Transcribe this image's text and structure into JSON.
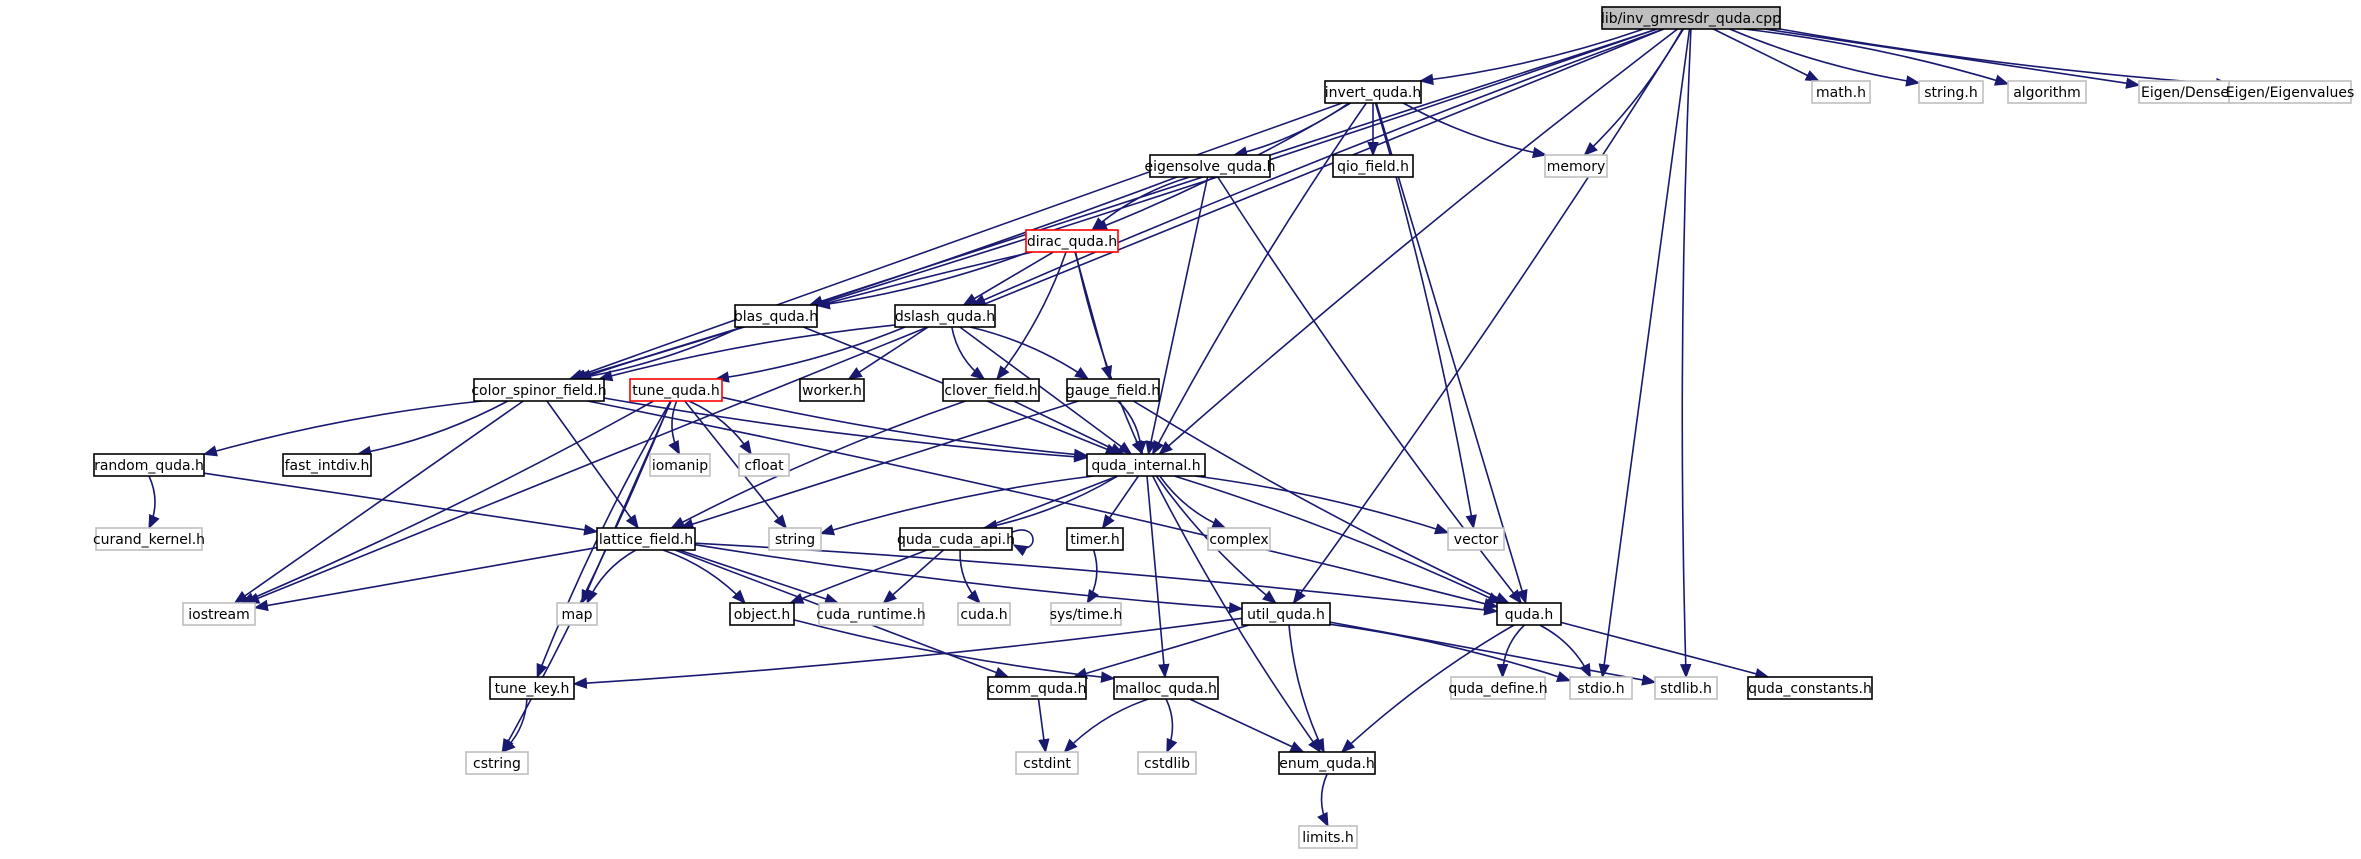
{
  "diagram": {
    "nodes": [
      {
        "id": "root",
        "label": "lib/inv_gmresdr_quda.cpp",
        "style": "root"
      },
      {
        "id": "invert",
        "label": "invert_quda.h",
        "style": "normal"
      },
      {
        "id": "math",
        "label": "math.h",
        "style": "system"
      },
      {
        "id": "string_h",
        "label": "string.h",
        "style": "system"
      },
      {
        "id": "algorithm",
        "label": "algorithm",
        "style": "system"
      },
      {
        "id": "eigen_dense",
        "label": "Eigen/Dense",
        "style": "system"
      },
      {
        "id": "eigen_eig",
        "label": "Eigen/Eigenvalues",
        "style": "system"
      },
      {
        "id": "eigensolve",
        "label": "eigensolve_quda.h",
        "style": "normal"
      },
      {
        "id": "qio",
        "label": "qio_field.h",
        "style": "normal"
      },
      {
        "id": "memory",
        "label": "memory",
        "style": "system"
      },
      {
        "id": "dirac",
        "label": "dirac_quda.h",
        "style": "red"
      },
      {
        "id": "blas",
        "label": "blas_quda.h",
        "style": "normal"
      },
      {
        "id": "dslash",
        "label": "dslash_quda.h",
        "style": "normal"
      },
      {
        "id": "csf",
        "label": "color_spinor_field.h",
        "style": "normal"
      },
      {
        "id": "tune",
        "label": "tune_quda.h",
        "style": "red"
      },
      {
        "id": "worker",
        "label": "worker.h",
        "style": "normal"
      },
      {
        "id": "clover",
        "label": "clover_field.h",
        "style": "normal"
      },
      {
        "id": "gauge",
        "label": "gauge_field.h",
        "style": "normal"
      },
      {
        "id": "random",
        "label": "random_quda.h",
        "style": "normal"
      },
      {
        "id": "fastint",
        "label": "fast_intdiv.h",
        "style": "normal"
      },
      {
        "id": "iomanip",
        "label": "iomanip",
        "style": "system"
      },
      {
        "id": "cfloat",
        "label": "cfloat",
        "style": "system"
      },
      {
        "id": "qinternal",
        "label": "quda_internal.h",
        "style": "normal"
      },
      {
        "id": "curand",
        "label": "curand_kernel.h",
        "style": "system"
      },
      {
        "id": "lattice",
        "label": "lattice_field.h",
        "style": "normal"
      },
      {
        "id": "string",
        "label": "string",
        "style": "system"
      },
      {
        "id": "cudaapi",
        "label": "quda_cuda_api.h",
        "style": "normal"
      },
      {
        "id": "timer",
        "label": "timer.h",
        "style": "normal"
      },
      {
        "id": "complex",
        "label": "complex",
        "style": "system"
      },
      {
        "id": "vector",
        "label": "vector",
        "style": "system"
      },
      {
        "id": "iostream",
        "label": "iostream",
        "style": "system"
      },
      {
        "id": "map",
        "label": "map",
        "style": "system"
      },
      {
        "id": "object",
        "label": "object.h",
        "style": "normal"
      },
      {
        "id": "cudaruntime",
        "label": "cuda_runtime.h",
        "style": "system"
      },
      {
        "id": "cuda_h",
        "label": "cuda.h",
        "style": "system"
      },
      {
        "id": "systime",
        "label": "sys/time.h",
        "style": "system"
      },
      {
        "id": "util",
        "label": "util_quda.h",
        "style": "normal"
      },
      {
        "id": "quda",
        "label": "quda.h",
        "style": "normal"
      },
      {
        "id": "tunekey",
        "label": "tune_key.h",
        "style": "normal"
      },
      {
        "id": "comm",
        "label": "comm_quda.h",
        "style": "normal"
      },
      {
        "id": "malloc",
        "label": "malloc_quda.h",
        "style": "normal"
      },
      {
        "id": "qdefine",
        "label": "quda_define.h",
        "style": "system"
      },
      {
        "id": "stdio",
        "label": "stdio.h",
        "style": "system"
      },
      {
        "id": "stdlib",
        "label": "stdlib.h",
        "style": "system"
      },
      {
        "id": "qconst",
        "label": "quda_constants.h",
        "style": "normal"
      },
      {
        "id": "cstring",
        "label": "cstring",
        "style": "system"
      },
      {
        "id": "cstdint",
        "label": "cstdint",
        "style": "system"
      },
      {
        "id": "cstdlib",
        "label": "cstdlib",
        "style": "system"
      },
      {
        "id": "enum",
        "label": "enum_quda.h",
        "style": "normal"
      },
      {
        "id": "limits",
        "label": "limits.h",
        "style": "system"
      }
    ],
    "edges": [
      [
        "root",
        "invert"
      ],
      [
        "root",
        "math"
      ],
      [
        "root",
        "string_h"
      ],
      [
        "root",
        "algorithm"
      ],
      [
        "root",
        "eigen_dense"
      ],
      [
        "root",
        "eigen_eig"
      ],
      [
        "root",
        "memory"
      ],
      [
        "root",
        "blas"
      ],
      [
        "root",
        "dslash"
      ],
      [
        "root",
        "csf"
      ],
      [
        "root",
        "iostream"
      ],
      [
        "root",
        "qinternal"
      ],
      [
        "root",
        "util"
      ],
      [
        "root",
        "stdio"
      ],
      [
        "root",
        "stdlib"
      ],
      [
        "invert",
        "eigensolve"
      ],
      [
        "invert",
        "qio"
      ],
      [
        "invert",
        "memory"
      ],
      [
        "invert",
        "dirac"
      ],
      [
        "invert",
        "csf"
      ],
      [
        "invert",
        "qinternal"
      ],
      [
        "invert",
        "vector"
      ],
      [
        "invert",
        "quda"
      ],
      [
        "eigensolve",
        "dirac"
      ],
      [
        "eigensolve",
        "csf"
      ],
      [
        "eigensolve",
        "qinternal"
      ],
      [
        "eigensolve",
        "quda"
      ],
      [
        "dirac",
        "blas"
      ],
      [
        "dirac",
        "dslash"
      ],
      [
        "dirac",
        "csf"
      ],
      [
        "dirac",
        "clover"
      ],
      [
        "dirac",
        "gauge"
      ],
      [
        "dirac",
        "qinternal"
      ],
      [
        "blas",
        "csf"
      ],
      [
        "blas",
        "qinternal"
      ],
      [
        "dslash",
        "csf"
      ],
      [
        "dslash",
        "tune"
      ],
      [
        "dslash",
        "worker"
      ],
      [
        "dslash",
        "clover"
      ],
      [
        "dslash",
        "gauge"
      ],
      [
        "dslash",
        "qinternal"
      ],
      [
        "csf",
        "random"
      ],
      [
        "csf",
        "fastint"
      ],
      [
        "csf",
        "lattice"
      ],
      [
        "csf",
        "qinternal"
      ],
      [
        "csf",
        "quda"
      ],
      [
        "csf",
        "iostream"
      ],
      [
        "tune",
        "iomanip"
      ],
      [
        "tune",
        "cfloat"
      ],
      [
        "tune",
        "string"
      ],
      [
        "tune",
        "qinternal"
      ],
      [
        "tune",
        "iostream"
      ],
      [
        "tune",
        "map"
      ],
      [
        "tune",
        "tunekey"
      ],
      [
        "tune",
        "cstring"
      ],
      [
        "clover",
        "qinternal"
      ],
      [
        "clover",
        "lattice"
      ],
      [
        "gauge",
        "qinternal"
      ],
      [
        "gauge",
        "lattice"
      ],
      [
        "gauge",
        "quda"
      ],
      [
        "random",
        "curand"
      ],
      [
        "random",
        "lattice"
      ],
      [
        "qinternal",
        "string"
      ],
      [
        "qinternal",
        "cudaapi"
      ],
      [
        "qinternal",
        "timer"
      ],
      [
        "qinternal",
        "complex"
      ],
      [
        "qinternal",
        "vector"
      ],
      [
        "qinternal",
        "object"
      ],
      [
        "qinternal",
        "util"
      ],
      [
        "qinternal",
        "quda"
      ],
      [
        "qinternal",
        "malloc"
      ],
      [
        "qinternal",
        "enum"
      ],
      [
        "cudaapi",
        "cudaapi"
      ],
      [
        "cudaapi",
        "cudaruntime"
      ],
      [
        "cudaapi",
        "cuda_h"
      ],
      [
        "timer",
        "systime"
      ],
      [
        "lattice",
        "iostream"
      ],
      [
        "lattice",
        "map"
      ],
      [
        "lattice",
        "object"
      ],
      [
        "lattice",
        "cudaruntime"
      ],
      [
        "lattice",
        "util"
      ],
      [
        "lattice",
        "quda"
      ],
      [
        "lattice",
        "comm"
      ],
      [
        "object",
        "malloc"
      ],
      [
        "util",
        "tunekey"
      ],
      [
        "util",
        "comm"
      ],
      [
        "util",
        "enum"
      ],
      [
        "util",
        "stdio"
      ],
      [
        "util",
        "stdlib"
      ],
      [
        "quda",
        "qdefine"
      ],
      [
        "quda",
        "stdio"
      ],
      [
        "quda",
        "qconst"
      ],
      [
        "quda",
        "enum"
      ],
      [
        "tunekey",
        "cstring"
      ],
      [
        "comm",
        "cstdint"
      ],
      [
        "malloc",
        "cstdint"
      ],
      [
        "malloc",
        "cstdlib"
      ],
      [
        "malloc",
        "enum"
      ],
      [
        "enum",
        "limits"
      ]
    ]
  },
  "colors": {
    "edge": "#191970",
    "normal_border": "#000000",
    "system_border": "#bfbfbf",
    "red_border": "#ff0000",
    "root_fill": "#bfbfbf",
    "node_fill": "#ffffff"
  }
}
